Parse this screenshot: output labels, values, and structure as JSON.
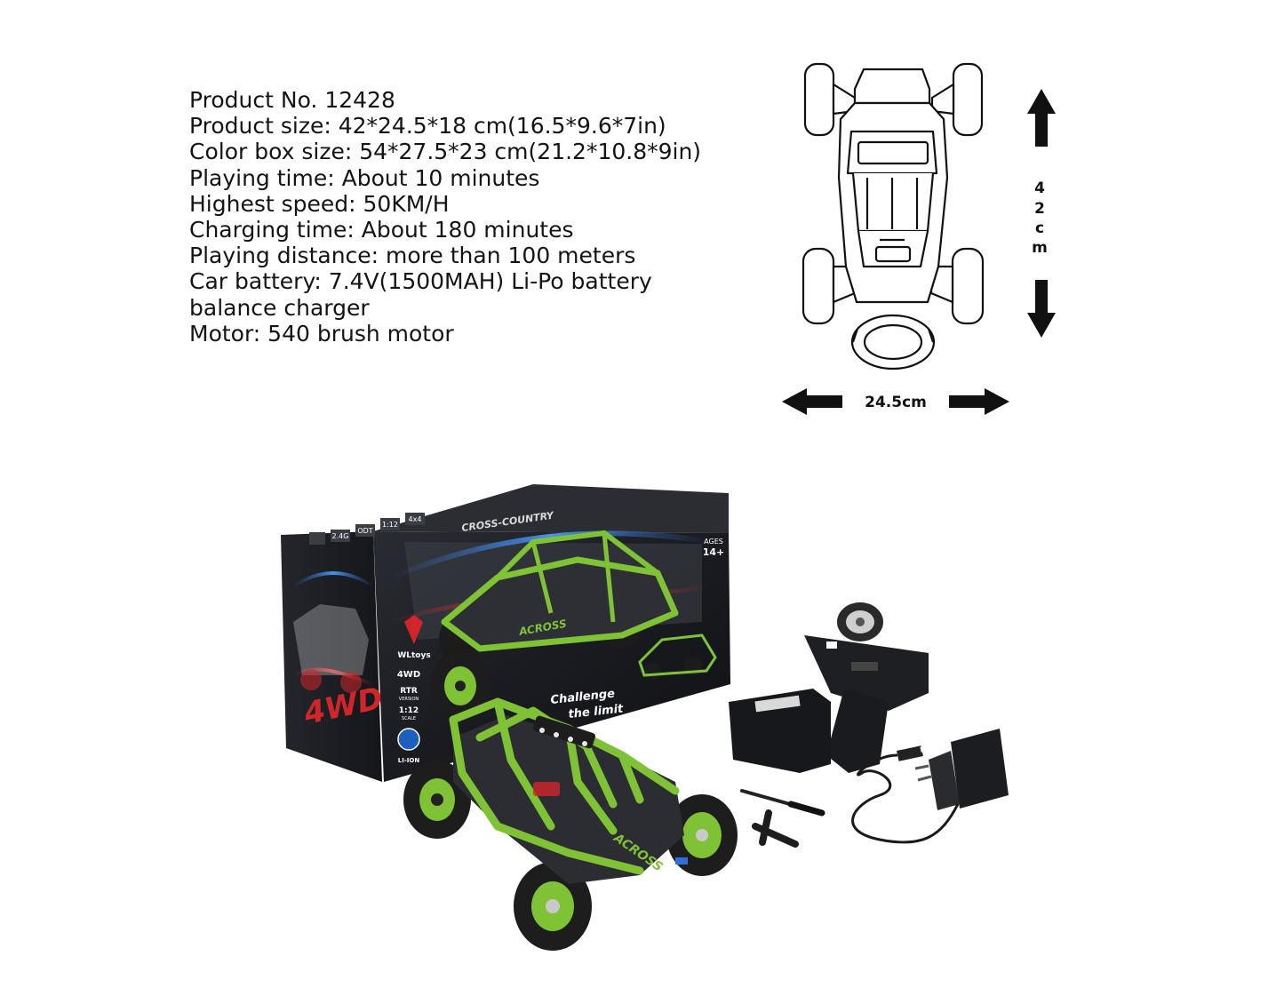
{
  "specs": [
    "Product No. 12428",
    "Product size: 42*24.5*18 cm(16.5*9.6*7in)",
    "Color box size: 54*27.5*23 cm(21.2*10.8*9in)",
    "Playing time: About 10 minutes",
    "Highest speed: 50KM/H",
    "Charging time: About 180 minutes",
    "Playing distance: more than 100 meters",
    "Car battery: 7.4V(1500MAH) Li-Po battery",
    "balance charger",
    "Motor: 540 brush motor"
  ],
  "dimensions": {
    "length_chars": [
      "4",
      "2",
      "c",
      "m"
    ],
    "width_label": "24.5cm"
  },
  "box": {
    "brand": "WLtoys",
    "badges": [
      "2.4G",
      "ODT",
      "1:12",
      "4x4"
    ],
    "drive": "4WD",
    "rtr": "RTR",
    "rtr_sub": "VERSION",
    "scale": "1:12",
    "scale_sub": "SCALE",
    "battery": "LI-ION",
    "ages": "AGES",
    "ages_value": "14+",
    "slogan_1": "Challenge",
    "slogan_2": "the limit",
    "big_logo": "4WD",
    "cross_country": "CROSS-COUNTRY",
    "car_name": "ACROSS"
  },
  "colors": {
    "text": "#141414",
    "box_dark": "#1e1f24",
    "car_green": "#7fc236",
    "accent_red": "#d0262b",
    "accent_blue": "#2f6fd6"
  }
}
